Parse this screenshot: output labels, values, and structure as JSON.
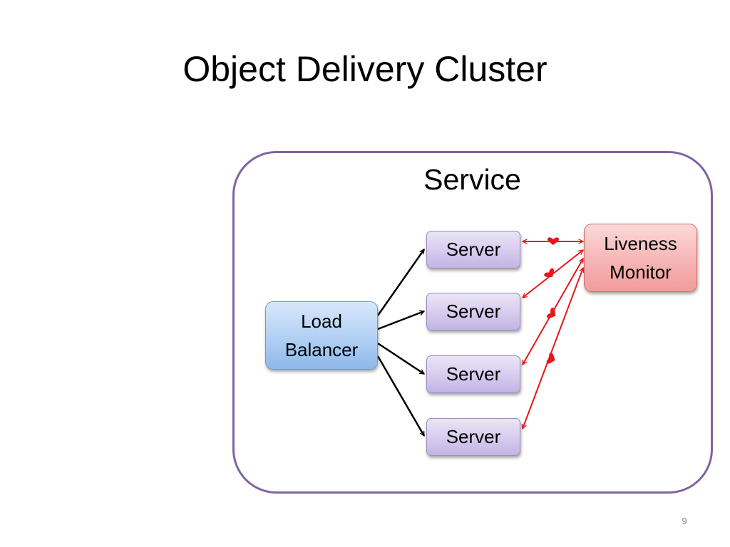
{
  "slide": {
    "title": "Object Delivery Cluster",
    "page_number": "9"
  },
  "diagram": {
    "container_label": "Service",
    "load_balancer": {
      "line1": "Load",
      "line2": "Balancer"
    },
    "liveness_monitor": {
      "line1": "Liveness",
      "line2": "Monitor"
    },
    "servers": [
      {
        "label": "Server"
      },
      {
        "label": "Server"
      },
      {
        "label": "Server"
      },
      {
        "label": "Server"
      }
    ],
    "colors": {
      "container_border": "#8064a2",
      "server_fill": "#d6cbee",
      "load_balancer_fill": "#b1cff3",
      "liveness_monitor_fill": "#f6b5b5",
      "heartbeat_link": "#e8161b",
      "routing_arrow": "#000000"
    },
    "icons": {
      "heartbeat": "heart-icon"
    }
  }
}
